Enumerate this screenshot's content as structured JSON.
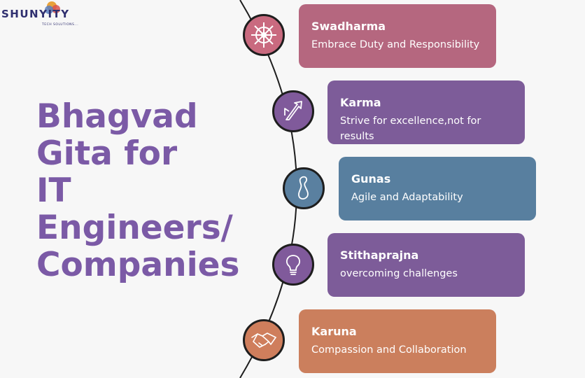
{
  "logo": {
    "name": "SHUNYITY",
    "tagline": "TECH SOLUTIONS..."
  },
  "title": "Bhagvad\nGita for\nIT\nEngineers/\nCompanies",
  "colors": {
    "title": "#7b5aa6",
    "background": "#f7f7f7"
  },
  "items": [
    {
      "title": "Swadharma",
      "description": "Embrace Duty and Responsibility",
      "icon": "dharma-wheel-icon",
      "color": "#b5677f"
    },
    {
      "title": "Karma",
      "description": "Strive for excellence,not for results",
      "icon": "exchange-arrows-icon",
      "color": "#7d5c99"
    },
    {
      "title": "Gunas",
      "description": "Agile and Adaptability",
      "icon": "shape-outline-icon",
      "color": "#587f9f"
    },
    {
      "title": "Stithaprajna",
      "description": "overcoming challenges",
      "icon": "lightbulb-icon",
      "color": "#7d5c99"
    },
    {
      "title": "Karuna",
      "description": "Compassion and Collaboration",
      "icon": "handshake-icon",
      "color": "#cb7f5d"
    }
  ]
}
